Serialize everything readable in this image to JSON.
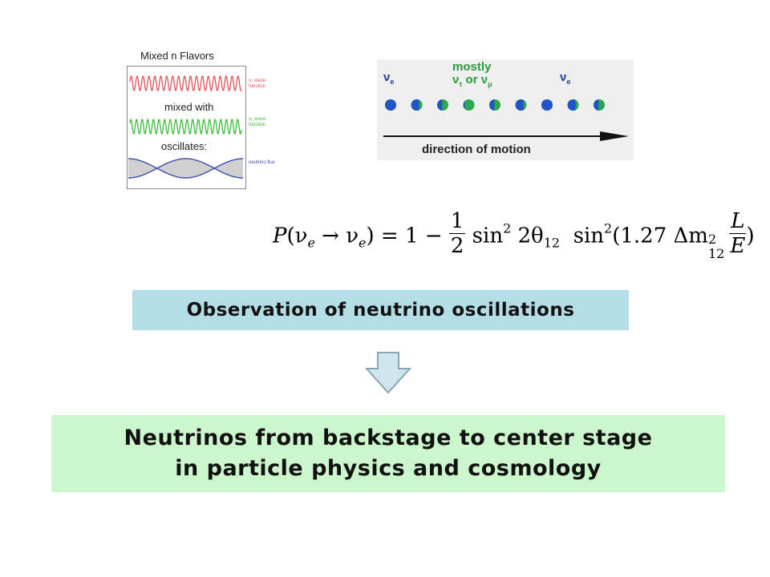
{
  "fig_left": {
    "title": "Mixed n Flavors",
    "mixed_with": "mixed with",
    "oscillates": "oscillates:",
    "wave1_label": "ν₁ wave-function",
    "wave2_label": "ν₂ wave-function",
    "flux_label": "neutrino flux",
    "colors": {
      "wave1": "#e0555b",
      "wave2": "#3dbb3d",
      "flux": "#3a4fb0"
    }
  },
  "fig_right": {
    "nu_e_left": "ν",
    "nu_e_left_sub": "e",
    "mostly_line1": "mostly",
    "mostly_line2_a": "ν",
    "mostly_line2_a_sub": "τ",
    "mostly_line2_or": " or ",
    "mostly_line2_b": "ν",
    "mostly_line2_b_sub": "μ",
    "nu_e_right": "ν",
    "nu_e_right_sub": "e",
    "direction": "direction of motion",
    "blue_fraction": [
      1.0,
      0.72,
      0.45,
      0.15,
      0.45,
      0.72,
      1.0,
      0.72,
      0.45
    ],
    "colors": {
      "blue": "#1f55c8",
      "green": "#2aa84a"
    }
  },
  "formula": {
    "P": "P",
    "lhs_inner": "(ν",
    "lhs_sub1": "e",
    "arrow": " → ν",
    "lhs_sub2": "e",
    "lhs_close": ") = 1 −",
    "frac1_num": "1",
    "frac1_den": "2",
    "sin1": "sin",
    "sup1": "2",
    "theta": " 2θ",
    "theta_sub": "12",
    "sin2": "  sin",
    "sup2": "2",
    "inner": "(1.27 Δm",
    "dm_sup": "2",
    "dm_sub": "12",
    "frac2_num": "L",
    "frac2_den": "E",
    "close": ")"
  },
  "banner1": {
    "text": "Observation of neutrino oscillations",
    "color": "#b4dee6"
  },
  "banner2": {
    "line1": "Neutrinos from backstage to center stage",
    "line2": "in particle physics and cosmology",
    "color": "#ccf7cc"
  },
  "arrow_icon": "down-arrow-icon"
}
